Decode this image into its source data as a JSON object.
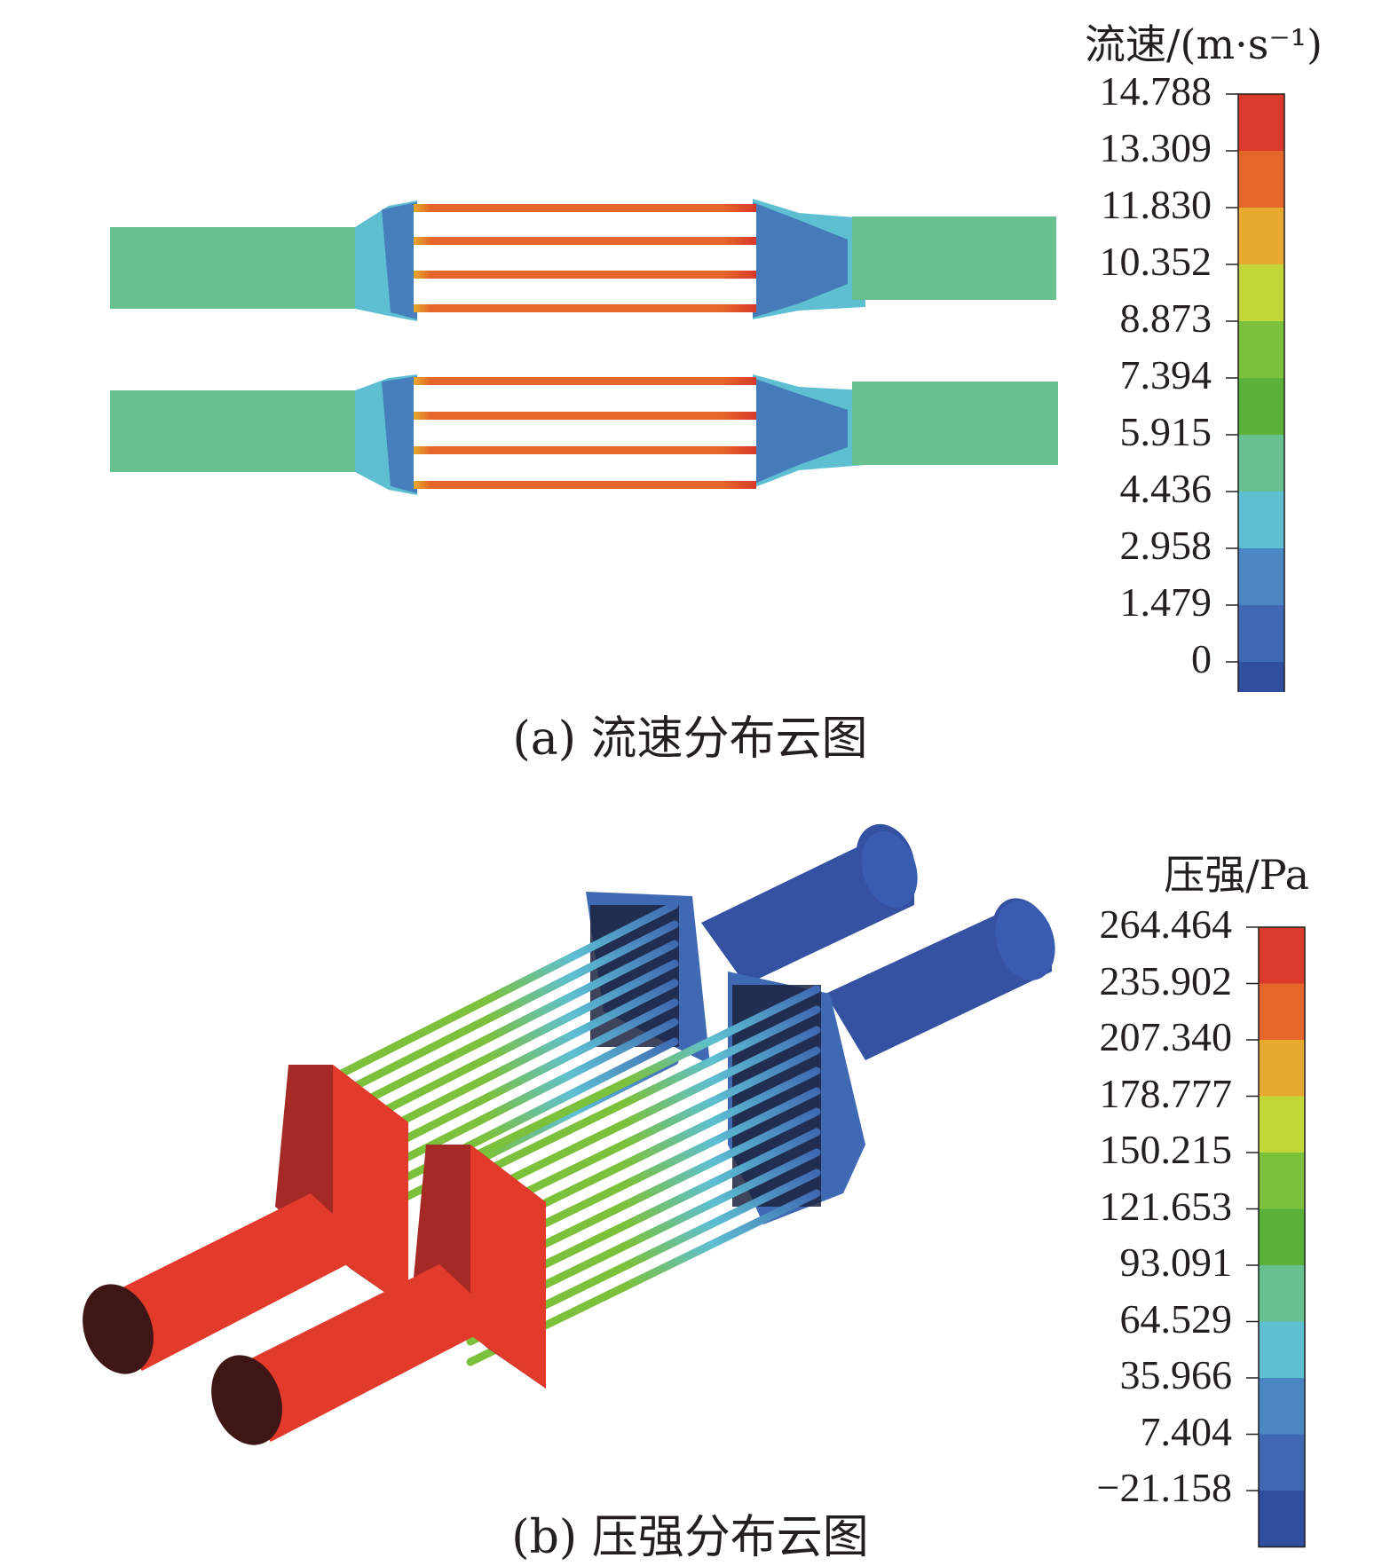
{
  "panel_a": {
    "caption": "(a) 流速分布云图",
    "legend_title": "流速/(m·s⁻¹)",
    "legend_ticks": [
      "14.788",
      "13.309",
      "11.830",
      "10.352",
      "8.873",
      "7.394",
      "5.915",
      "4.436",
      "2.958",
      "1.479",
      "0"
    ]
  },
  "panel_b": {
    "caption": "(b) 压强分布云图",
    "legend_title": "压强/Pa",
    "legend_ticks": [
      "264.464",
      "235.902",
      "207.340",
      "178.777",
      "150.215",
      "121.653",
      "93.091",
      "64.529",
      "35.966",
      "7.404",
      "−21.158"
    ]
  },
  "colors": {
    "scale_top_to_bottom": [
      "#d93a2b",
      "#e4662a",
      "#e8a92f",
      "#c2d63a",
      "#7cc13b",
      "#5bb23a",
      "#67c08f",
      "#5ebfd2",
      "#4a86c4",
      "#3f6ab3",
      "#2f4e9d"
    ],
    "velocity_bulk": "#67c08f",
    "velocity_tube": "#e4662a",
    "pressure_inlet": "#e23a2b",
    "pressure_outlet": "#3552a2"
  }
}
